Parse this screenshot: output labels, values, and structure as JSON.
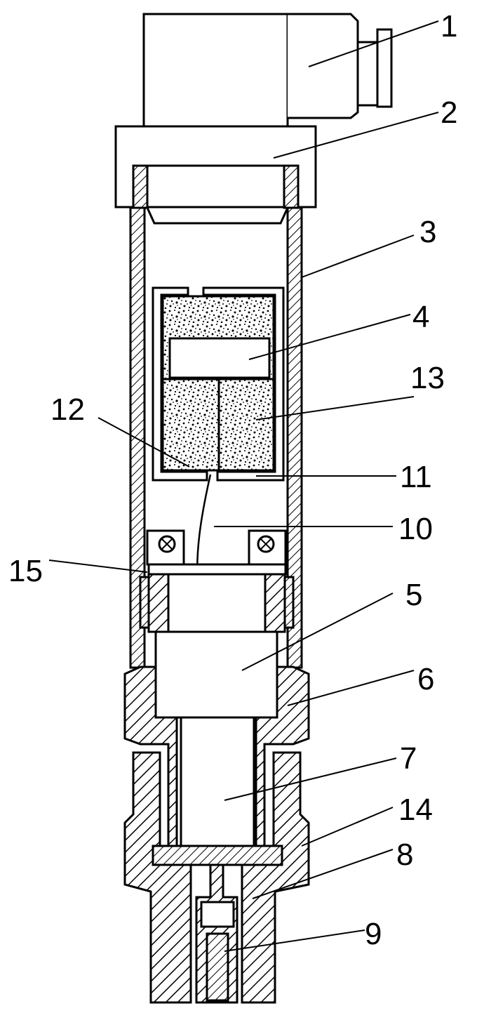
{
  "figure": {
    "parts": [
      {
        "id": "connector_head",
        "label": "1"
      },
      {
        "id": "cap",
        "label": "2"
      },
      {
        "id": "outer_tube",
        "label": "3"
      },
      {
        "id": "circuit_board",
        "label": "4"
      },
      {
        "id": "sensor_body",
        "label": "5"
      },
      {
        "id": "hex_nut",
        "label": "6"
      },
      {
        "id": "inner_cavity",
        "label": "7"
      },
      {
        "id": "pressure_port",
        "label": "8"
      },
      {
        "id": "throttle_plug",
        "label": "9"
      },
      {
        "id": "lead_wire",
        "label": "10"
      },
      {
        "id": "board_frame",
        "label": "11"
      },
      {
        "id": "potting_left",
        "label": "12"
      },
      {
        "id": "potting_right",
        "label": "13"
      },
      {
        "id": "seal_ring",
        "label": "14"
      },
      {
        "id": "bracket",
        "label": "15"
      }
    ]
  }
}
